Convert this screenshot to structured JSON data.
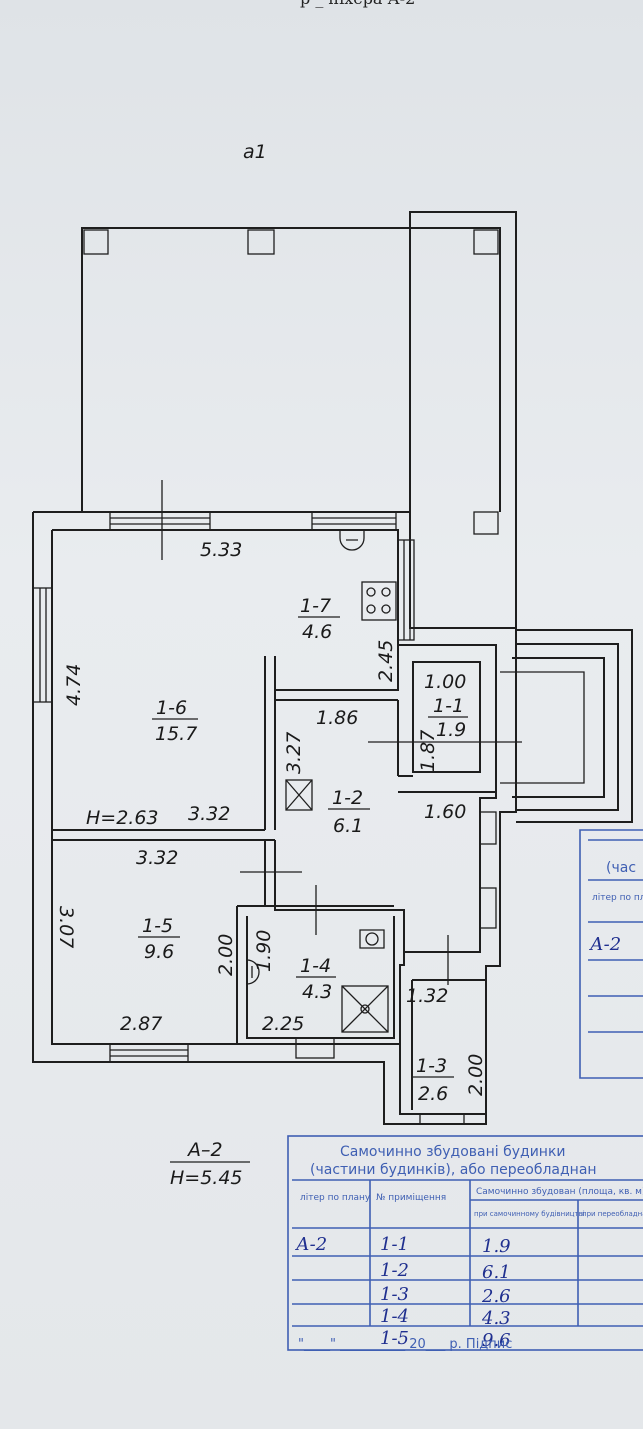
{
  "header": {
    "cut_text": "р  _  ніхера  А-2",
    "sheet_label": "а1"
  },
  "rooms": [
    {
      "id": "1-1",
      "area": "1.9"
    },
    {
      "id": "1-2",
      "area": "6.1"
    },
    {
      "id": "1-3",
      "area": "2.6"
    },
    {
      "id": "1-4",
      "area": "4.3"
    },
    {
      "id": "1-5",
      "area": "9.6"
    },
    {
      "id": "1-6",
      "area": "15.7"
    },
    {
      "id": "1-7",
      "area": "4.6"
    }
  ],
  "dimensions": {
    "d_533": "5.33",
    "d_474": "4.74",
    "d_245": "2.45",
    "d_100": "1.00",
    "d_186": "1.86",
    "d_187": "1.87",
    "d_327": "3.27",
    "d_160": "1.60",
    "height_room": "Н=2.63",
    "d_332a": "3.32",
    "d_332b": "3.32",
    "d_307": "3.07",
    "d_200a": "2.00",
    "d_190": "1.90",
    "d_225": "2.25",
    "d_287": "2.87",
    "d_132": "1.32",
    "d_200b": "2.00"
  },
  "litera": {
    "name": "А–2",
    "height": "Н=5.45"
  },
  "side_stamp": {
    "title": "(час",
    "col_header": "літер по плану",
    "value": "А-2"
  },
  "table": {
    "title_line1": "Самочинно збудовані будинки",
    "title_line2": "(частини будинків), або переобладнан",
    "header_col1": "літер по плану",
    "header_col2": "№ приміщення",
    "header_col3": "Самочинно збудован (площа, кв. м)",
    "sub_col3a": "при самочинному будівництві",
    "sub_col3b": "при переобладнанні",
    "litera_value": "А-2",
    "rows": [
      {
        "room": "1-1",
        "area": "1.9"
      },
      {
        "room": "1-2",
        "area": "6.1"
      },
      {
        "room": "1-3",
        "area": "2.6"
      },
      {
        "room": "1-4",
        "area": "4.3"
      },
      {
        "room": "1-5",
        "area": "9.6"
      }
    ],
    "footer": "\"____\" __________ 20___ р.  Підпис"
  }
}
